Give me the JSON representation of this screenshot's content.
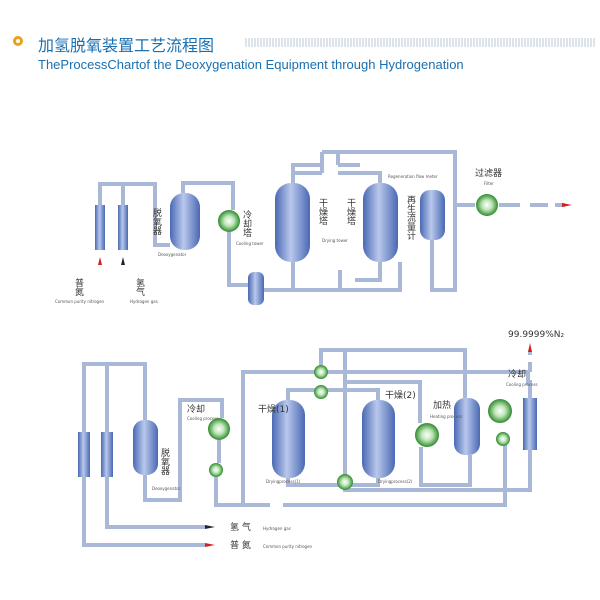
{
  "header": {
    "title_cn": "加氢脱氧装置工艺流程图",
    "title_en": "TheProcessChartof the Deoxygenation Equipment through Hydrogenation"
  },
  "top": {
    "deoxygenator_cn": "脱氧器",
    "deoxygenator_en": "Deoxygenator",
    "cooling_cn": "冷却塔",
    "cooling_en": "Cooling tower",
    "drying_cn1": "干燥塔",
    "drying_cn2": "干燥塔",
    "drying_en": "Drying tower",
    "regen_cn": "再生流量计",
    "regen_en": "Regeneration flow meter",
    "filter_cn": "过滤器",
    "filter_en": "Filter",
    "n2_cn": "普氮",
    "n2_en": "Common purity nitrogen",
    "h2_cn": "氢气",
    "h2_en": "Hydrogen gas"
  },
  "bottom": {
    "product": "99.9999%N₂",
    "deoxygenator_cn": "脱氧器",
    "deoxygenator_en": "Deoxygenator",
    "cooling_cn": "冷却",
    "cooling_en": "Cooling process",
    "drying1_cn": "干燥(1)",
    "drying1_en": "Dryingprocess(1)",
    "drying2_cn": "干燥(2)",
    "drying2_en": "Dryingprocess(2)",
    "heating_cn": "加热",
    "heating_en": "Heating process",
    "cooling2_cn": "冷却",
    "cooling2_en": "Cooling process",
    "h2_cn": "氢 气",
    "h2_en": "Hydrogen gas",
    "n2_cn": "普 氮",
    "n2_en": "Common purity nitrogen"
  },
  "colors": {
    "pipe": "#a9b8d6",
    "vessel": "#5f7fc4",
    "ball": "#3fa33f",
    "title": "#1a6fb0",
    "accent": "#e9a21c"
  }
}
